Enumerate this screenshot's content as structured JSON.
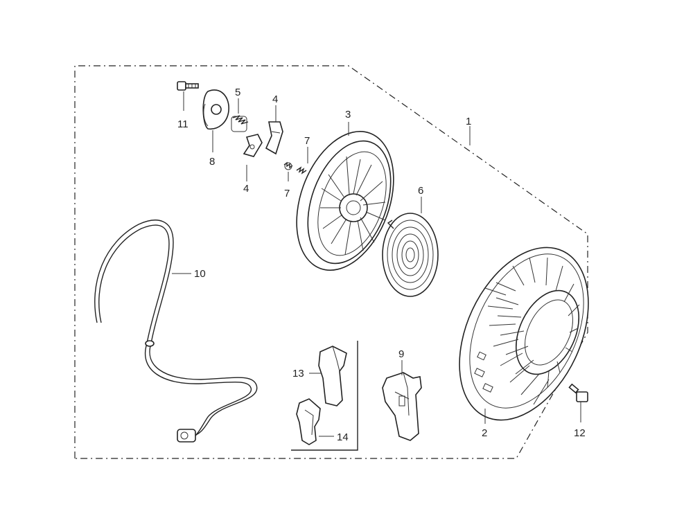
{
  "diagram": {
    "callouts": [
      {
        "key": "c1",
        "text": "1"
      },
      {
        "key": "c2",
        "text": "2"
      },
      {
        "key": "c3",
        "text": "3"
      },
      {
        "key": "c4a",
        "text": "4"
      },
      {
        "key": "c4b",
        "text": "4"
      },
      {
        "key": "c5",
        "text": "5"
      },
      {
        "key": "c6",
        "text": "6"
      },
      {
        "key": "c7a",
        "text": "7"
      },
      {
        "key": "c7b",
        "text": "7"
      },
      {
        "key": "c8",
        "text": "8"
      },
      {
        "key": "c9",
        "text": "9"
      },
      {
        "key": "c10",
        "text": "10"
      },
      {
        "key": "c11",
        "text": "11"
      },
      {
        "key": "c12",
        "text": "12"
      },
      {
        "key": "c13",
        "text": "13"
      },
      {
        "key": "c14",
        "text": "14"
      }
    ]
  }
}
